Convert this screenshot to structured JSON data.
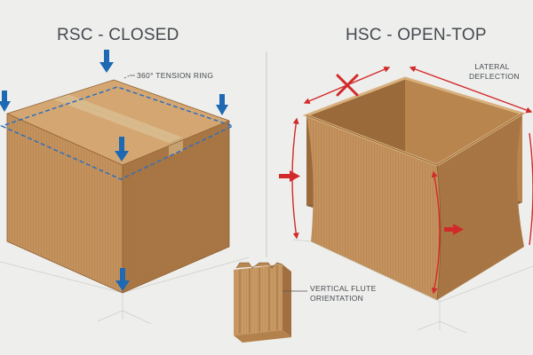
{
  "panels": {
    "left": {
      "title": "RSC - CLOSED",
      "callout": "360° TENSION RING"
    },
    "right": {
      "title": "HSC - OPEN-TOP",
      "callout_line1": "LATERAL",
      "callout_line2": "DEFLECTION"
    },
    "inset": {
      "callout_line1": "VERTICAL FLUTE",
      "callout_line2": "ORIENTATION"
    }
  },
  "icons": {
    "compression": "down-arrow-icon",
    "outward_force": "right-arrow-icon",
    "not_allowed": "x-mark-icon"
  },
  "colors": {
    "background": "#eeeeec",
    "cardboard_front": "#c4925c",
    "cardboard_side": "#a97744",
    "cardboard_top": "#d4a772",
    "tape": "#d2b283",
    "load_arrow": "#1d69b3",
    "tension_ring": "#2f6fc0",
    "deflection": "#d22a2a",
    "text": "#454a50"
  }
}
